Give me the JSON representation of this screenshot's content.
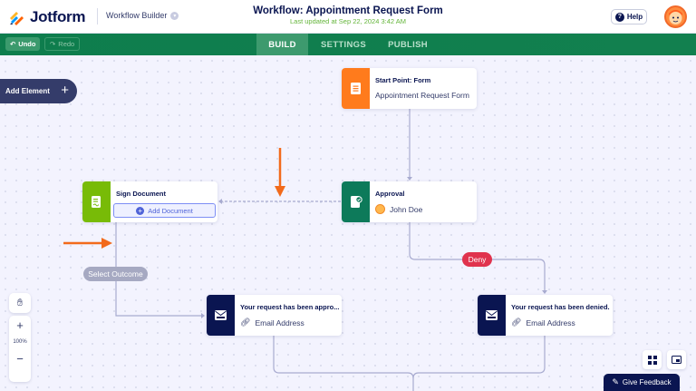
{
  "header": {
    "logo_text": "Jotform",
    "workflow_builder_label": "Workflow Builder",
    "title": "Workflow: Appointment Request Form",
    "subtitle": "Last updated at Sep 22, 2024 3:42 AM",
    "help_label": "Help"
  },
  "navbar": {
    "undo_label": "Undo",
    "redo_label": "Redo",
    "tabs": [
      {
        "label": "BUILD",
        "active": true
      },
      {
        "label": "SETTINGS",
        "active": false
      },
      {
        "label": "PUBLISH",
        "active": false
      }
    ]
  },
  "canvas": {
    "add_element_label": "Add Element",
    "nodes": {
      "start": {
        "title": "Start Point: Form",
        "subtitle": "Appointment Request Form",
        "icon": "form-icon",
        "color": "#ff7b1c"
      },
      "approval": {
        "title": "Approval",
        "subtitle": "John Doe",
        "icon": "approval-icon",
        "color": "#0d7a5a"
      },
      "sign_document": {
        "title": "Sign Document",
        "add_document_label": "Add Document",
        "icon": "sign-document-icon",
        "color": "#78bb07"
      },
      "email_approved": {
        "title": "Your request has been appro...",
        "subtitle": "Email Address",
        "icon": "email-icon",
        "color": "#0a1551"
      },
      "email_denied": {
        "title": "Your request has been denied.",
        "subtitle": "Email Address",
        "icon": "email-icon",
        "color": "#0a1551"
      }
    },
    "select_outcome_label": "Select Outcome",
    "deny_label": "Deny",
    "zoom_level": "100%",
    "zoom_in": "+",
    "zoom_out": "−"
  },
  "footer": {
    "feedback_label": "Give Feedback"
  },
  "colors": {
    "nav_green": "#0e7d4d",
    "deny_red": "#e0334d",
    "annotation_arrow": "#f26a1b"
  }
}
